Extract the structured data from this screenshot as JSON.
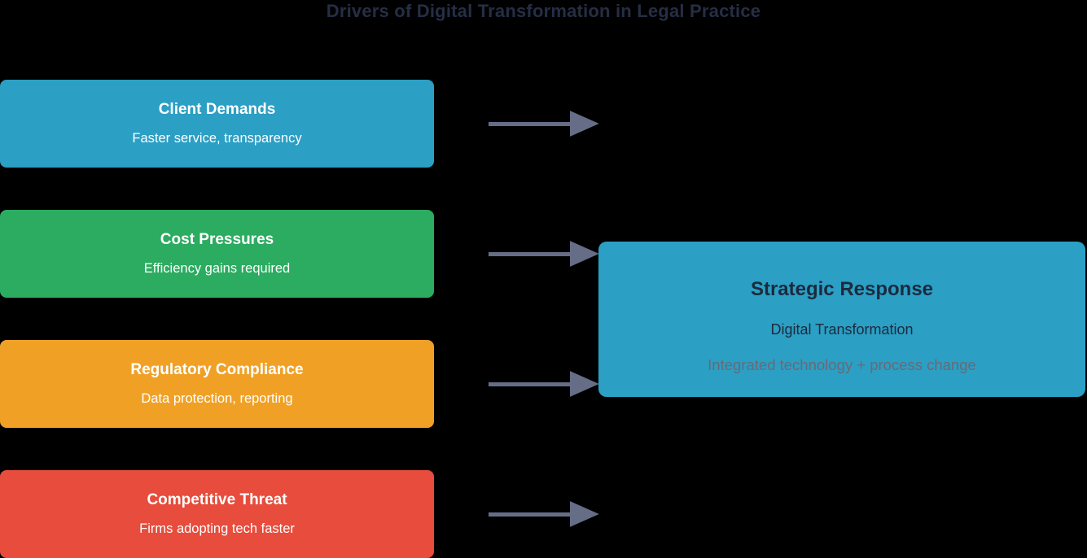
{
  "title": {
    "text": "Drivers of Digital Transformation in Legal Practice",
    "color": "#262e45"
  },
  "drivers": [
    {
      "label": "Client Demands",
      "detail": "Faster service, transparency",
      "color": "#2b9fc4"
    },
    {
      "label": "Cost Pressures",
      "detail": "Efficiency gains required",
      "color": "#2bac60"
    },
    {
      "label": "Regulatory Compliance",
      "detail": "Data protection, reporting",
      "color": "#f0a125"
    },
    {
      "label": "Competitive Threat",
      "detail": "Firms adopting tech faster",
      "color": "#e74c3c"
    }
  ],
  "response": {
    "title": "Strategic Response",
    "subtitle": "Digital Transformation",
    "detail": "Integrated technology + process change",
    "color": "#2b9fc4",
    "title_color": "#1c2a3e",
    "subtitle_color": "#1c2a3e",
    "detail_color": "#6a6a75"
  },
  "arrow": {
    "color": "#666d87"
  }
}
